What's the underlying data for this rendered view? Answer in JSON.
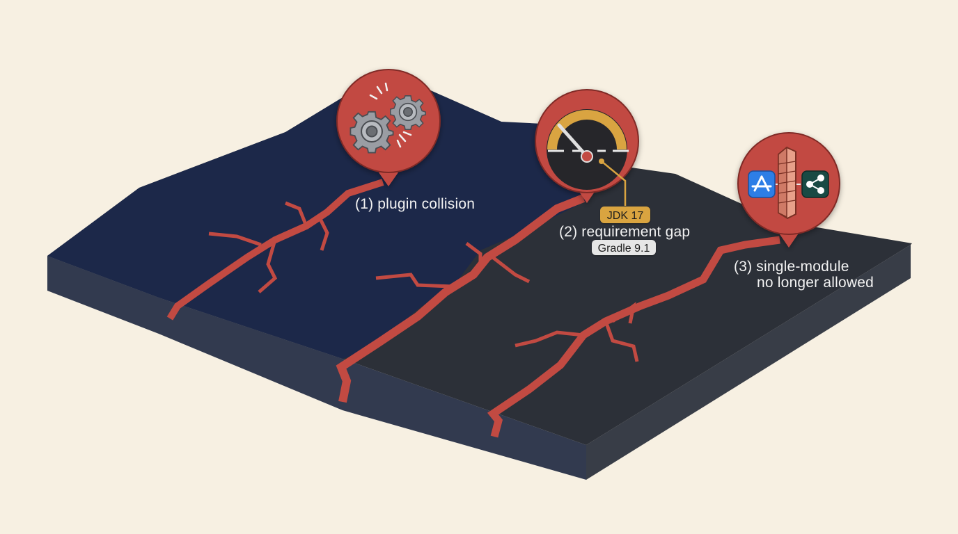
{
  "colors": {
    "background": "#f7f0e2",
    "navy_surface": "#1c2849",
    "charcoal_surface": "#2c3038",
    "crack_red": "#c24a42",
    "pin_red": "#c24a42",
    "gauge_gold": "#d9a441",
    "icon_blue": "#2d7ee6",
    "icon_teal": "#194a44"
  },
  "callouts": [
    {
      "id": "plugin-collision",
      "icon": "gears-icon",
      "label": "(1) plugin collision"
    },
    {
      "id": "requirement-gap",
      "icon": "gauge-icon",
      "label": "(2) requirement gap",
      "top_tag": "JDK 17",
      "bottom_tag": "Gradle 9.1"
    },
    {
      "id": "single-module",
      "icon": "app-wall-share-icon",
      "label_line1": "(3) single-module",
      "label_line2": "no longer allowed"
    }
  ]
}
